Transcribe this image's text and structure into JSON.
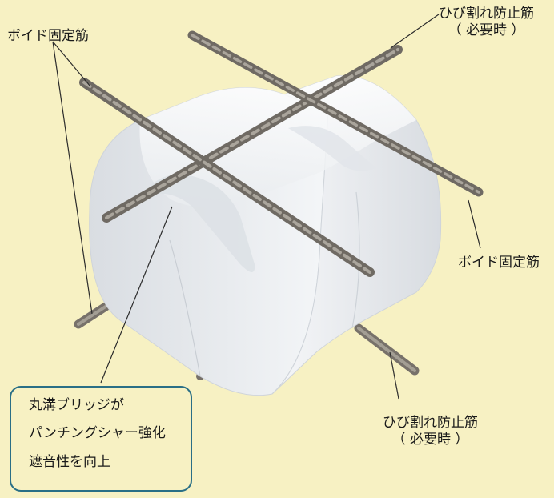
{
  "labels": {
    "void_fix_left": "ボイド固定筋",
    "crack_top": [
      "ひび割れ防止筋",
      "（ 必要時 ）"
    ],
    "void_fix_right": "ボイド固定筋",
    "crack_bottom": [
      "ひび割れ防止筋",
      "（ 必要時 ）"
    ]
  },
  "callout": {
    "lines": [
      "丸溝ブリッジが",
      "パンチングシャー強化",
      "遮音性を向上"
    ],
    "border_color": "#2a6f86"
  },
  "colors": {
    "background": "#f7f1c3",
    "void_foam": "#eef0f2",
    "rebar": "#8a847a"
  }
}
